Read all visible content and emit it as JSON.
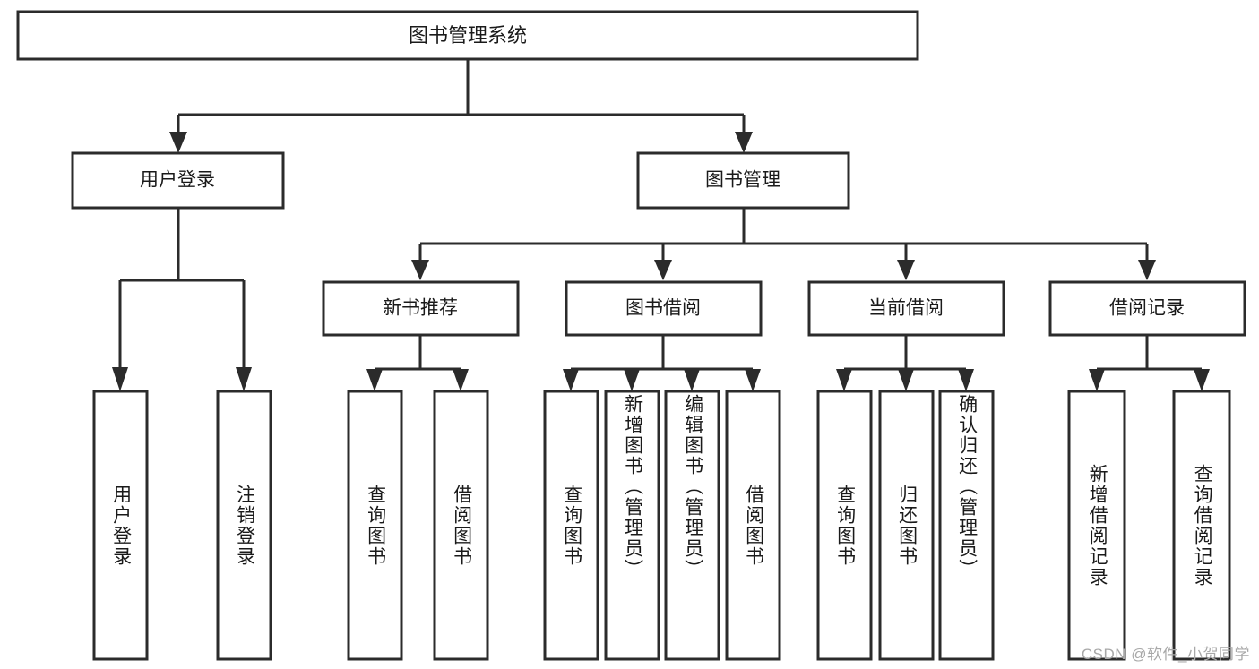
{
  "diagram": {
    "title": "图书管理系统",
    "type": "tree-hierarchy-diagram",
    "colors": {
      "stroke": "#2b2b2b",
      "fill": "#ffffff",
      "text": "#1a1a1a",
      "watermark": "#a8a8a8"
    },
    "root": {
      "label": "图书管理系统"
    },
    "level2": [
      {
        "label": "用户登录"
      },
      {
        "label": "图书管理"
      }
    ],
    "level3": [
      {
        "label": "新书推荐"
      },
      {
        "label": "图书借阅"
      },
      {
        "label": "当前借阅"
      },
      {
        "label": "借阅记录"
      }
    ],
    "leaves": {
      "user_login": [
        {
          "label": "用户登录"
        },
        {
          "label": "注销登录"
        }
      ],
      "new_book_recommend": [
        {
          "label": "查询图书"
        },
        {
          "label": "借阅图书"
        }
      ],
      "book_borrow": [
        {
          "label": "查询图书"
        },
        {
          "label": "新增图书（管理员）"
        },
        {
          "label": "编辑图书（管理员）"
        },
        {
          "label": "借阅图书"
        }
      ],
      "current_borrow": [
        {
          "label": "查询图书"
        },
        {
          "label": "归还图书"
        },
        {
          "label": "确认归还（管理员）"
        }
      ],
      "borrow_record": [
        {
          "label": "新增借阅记录"
        },
        {
          "label": "查询借阅记录"
        }
      ]
    }
  },
  "watermark": {
    "text": "CSDN @软件_小贺同学"
  }
}
